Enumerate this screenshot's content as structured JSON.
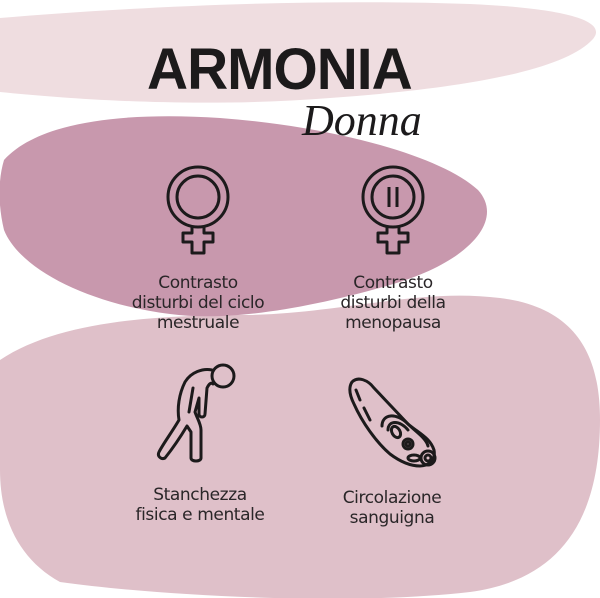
{
  "header": {
    "title": "ARMONIA",
    "subtitle": "Donna"
  },
  "colors": {
    "blob_light": "#efdde0",
    "blob_dark": "#c898ad",
    "blob_mid": "#dfc0c9",
    "text": "#1c1a1b"
  },
  "features": [
    {
      "icon": "female-symbol-icon",
      "lines": [
        "Contrasto",
        "disturbi del ciclo",
        "mestruale"
      ]
    },
    {
      "icon": "menopause-symbol-icon",
      "lines": [
        "Contrasto",
        "disturbi della",
        "menopausa"
      ]
    },
    {
      "icon": "tired-person-icon",
      "lines": [
        "Stanchezza",
        "fisica e mentale"
      ]
    },
    {
      "icon": "blood-vessel-icon",
      "lines": [
        "Circolazione",
        "sanguigna"
      ]
    }
  ]
}
